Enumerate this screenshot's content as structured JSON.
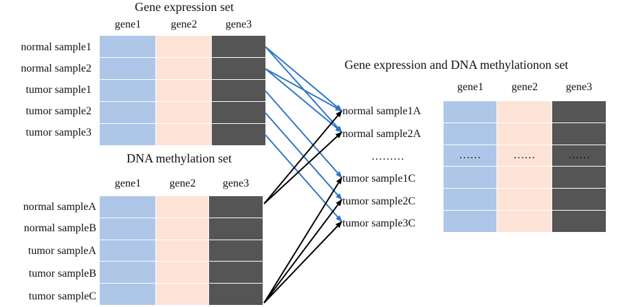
{
  "colors": {
    "gene1": "#aec7e8",
    "gene2": "#fde3d6",
    "gene3": "#555555",
    "arrow_blue": "#2e75c6",
    "arrow_black": "#000000"
  },
  "gene_expression": {
    "title": "Gene expression set",
    "columns": [
      "gene1",
      "gene2",
      "gene3"
    ],
    "rows": [
      "normal sample1",
      "normal sample2",
      "tumor sample1",
      "tumor sample2",
      "tumor sample3"
    ]
  },
  "dna_methylation": {
    "title": "DNA methylation set",
    "columns": [
      "gene1",
      "gene2",
      "gene3"
    ],
    "rows": [
      "normal sampleA",
      "normal sampleB",
      "tumor sampleA",
      "tumor sampleB",
      "tumor sampleC"
    ]
  },
  "combined": {
    "title": "Gene expression and DNA methylationon set",
    "columns": [
      "gene1",
      "gene2",
      "gene3"
    ],
    "rows": [
      "normal sample1A",
      "normal sample2A",
      "………",
      "tumor sample1C",
      "tumor sample2C",
      "tumor sample3C"
    ],
    "ellipsis_cells": [
      "……",
      "……",
      "……"
    ]
  }
}
